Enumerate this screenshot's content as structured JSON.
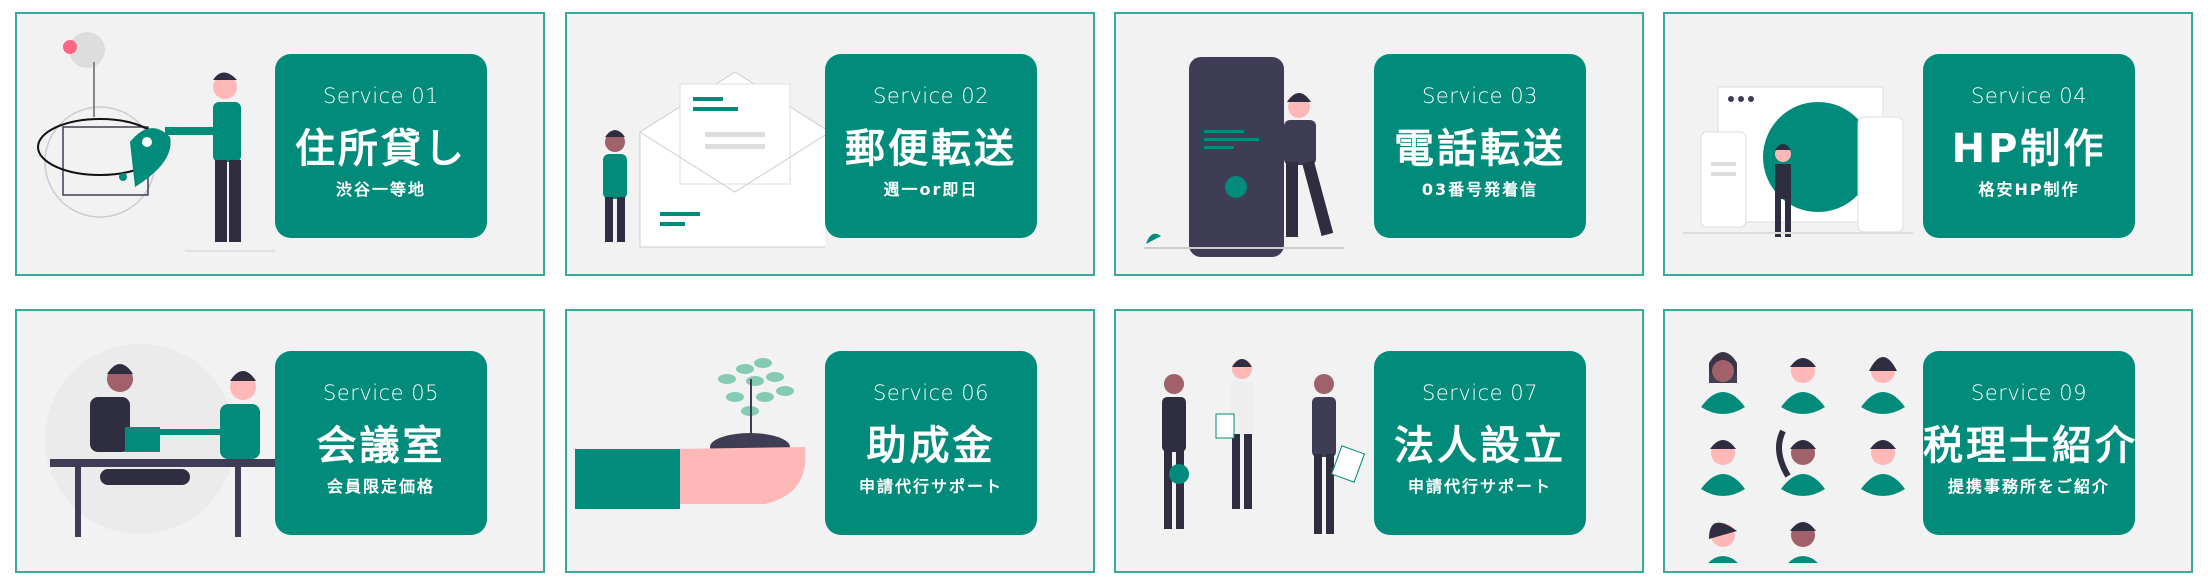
{
  "colors": {
    "accent": "#008b7b",
    "border": "#3aa99a",
    "card_bg": "#f2f2f2",
    "dark": "#2f2e41",
    "skin": "#ffb8b8"
  },
  "services": [
    {
      "label": "Service 01",
      "title": "住所貸し",
      "subtitle": "渋谷一等地",
      "icon": "map-pin-illustration"
    },
    {
      "label": "Service 02",
      "title": "郵便転送",
      "subtitle": "週一or即日",
      "icon": "envelope-illustration"
    },
    {
      "label": "Service 03",
      "title": "電話転送",
      "subtitle": "03番号発着信",
      "icon": "phone-illustration"
    },
    {
      "label": "Service 04",
      "title": "HP制作",
      "subtitle": "格安HP制作",
      "icon": "website-illustration"
    },
    {
      "label": "Service 05",
      "title": "会議室",
      "subtitle": "会員限定価格",
      "icon": "meeting-illustration"
    },
    {
      "label": "Service 06",
      "title": "助成金",
      "subtitle": "申請代行サポート",
      "icon": "plant-hand-illustration"
    },
    {
      "label": "Service 07",
      "title": "法人設立",
      "subtitle": "申請代行サポート",
      "icon": "team-illustration"
    },
    {
      "label": "Service 09",
      "title": "税理士紹介",
      "subtitle": "提携事務所をご紹介",
      "icon": "avatars-illustration"
    }
  ]
}
